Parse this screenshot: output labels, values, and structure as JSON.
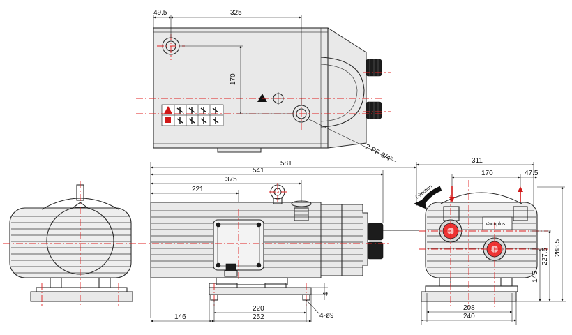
{
  "dimensions": {
    "top": {
      "d49_5": "49.5",
      "d325": "325",
      "d170": "170",
      "thread": "2-PF-3/4\""
    },
    "front": {
      "d581": "581",
      "d541": "541",
      "d375": "375",
      "d221": "221",
      "d220": "220",
      "d252": "252",
      "d146": "146",
      "d4": "4",
      "hole": "4-ø9"
    },
    "side": {
      "d311": "311",
      "d170": "170",
      "d47_5": "47.5",
      "d288_5": "288.5",
      "d227_5": "227.5",
      "d145": "145",
      "d208": "208",
      "d240": "240"
    }
  },
  "labels": {
    "direction": "Direction",
    "brand": "Vacuplus"
  }
}
